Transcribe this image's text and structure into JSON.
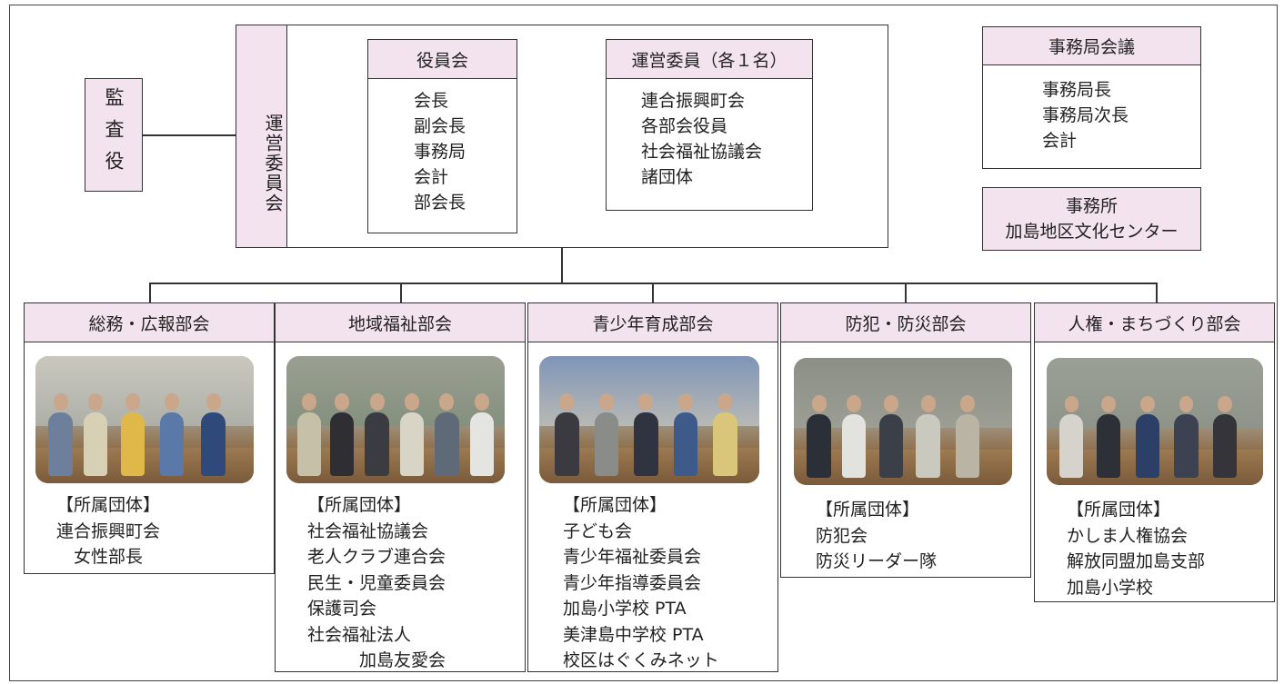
{
  "audit": {
    "label": "監査役"
  },
  "committee": {
    "label": "運営委員会"
  },
  "officers": {
    "title": "役員会",
    "members": [
      "会長",
      "副会長",
      "事務局",
      "会計",
      "部会長"
    ]
  },
  "operating_members": {
    "title": "運営委員（各１名）",
    "members": [
      "連合振興町会",
      "各部会役員",
      "社会福祉協議会",
      "諸団体"
    ]
  },
  "secretariat_meeting": {
    "title": "事務局会議",
    "members": [
      "事務局長",
      "事務局次長",
      "会計"
    ]
  },
  "office": {
    "line1": "事務所",
    "line2": "加島地区文化センター"
  },
  "departments": [
    {
      "title": "総務・広報部会",
      "affiliation_label": "【所属団体】",
      "groups": [
        "連合振興町会",
        "　女性部長"
      ]
    },
    {
      "title": "地域福祉部会",
      "affiliation_label": "【所属団体】",
      "groups": [
        "社会福祉協議会",
        "老人クラブ連合会",
        "民生・児童委員会",
        "保護司会",
        "社会福祉法人",
        "　　　加島友愛会"
      ]
    },
    {
      "title": "青少年育成部会",
      "affiliation_label": "【所属団体】",
      "groups": [
        "子ども会",
        "青少年福祉委員会",
        "青少年指導委員会",
        "加島小学校 PTA",
        "美津島中学校 PTA",
        "校区はぐくみネット"
      ]
    },
    {
      "title": "防犯・防災部会",
      "affiliation_label": "【所属団体】",
      "groups": [
        "防犯会",
        "防災リーダー隊"
      ]
    },
    {
      "title": "人権・まちづくり部会",
      "affiliation_label": "【所属団体】",
      "groups": [
        "かしま人権協会",
        "解放同盟加島支部",
        "加島小学校"
      ]
    }
  ],
  "colors": {
    "header_fill": "#f3e3ee",
    "border": "#333333"
  }
}
